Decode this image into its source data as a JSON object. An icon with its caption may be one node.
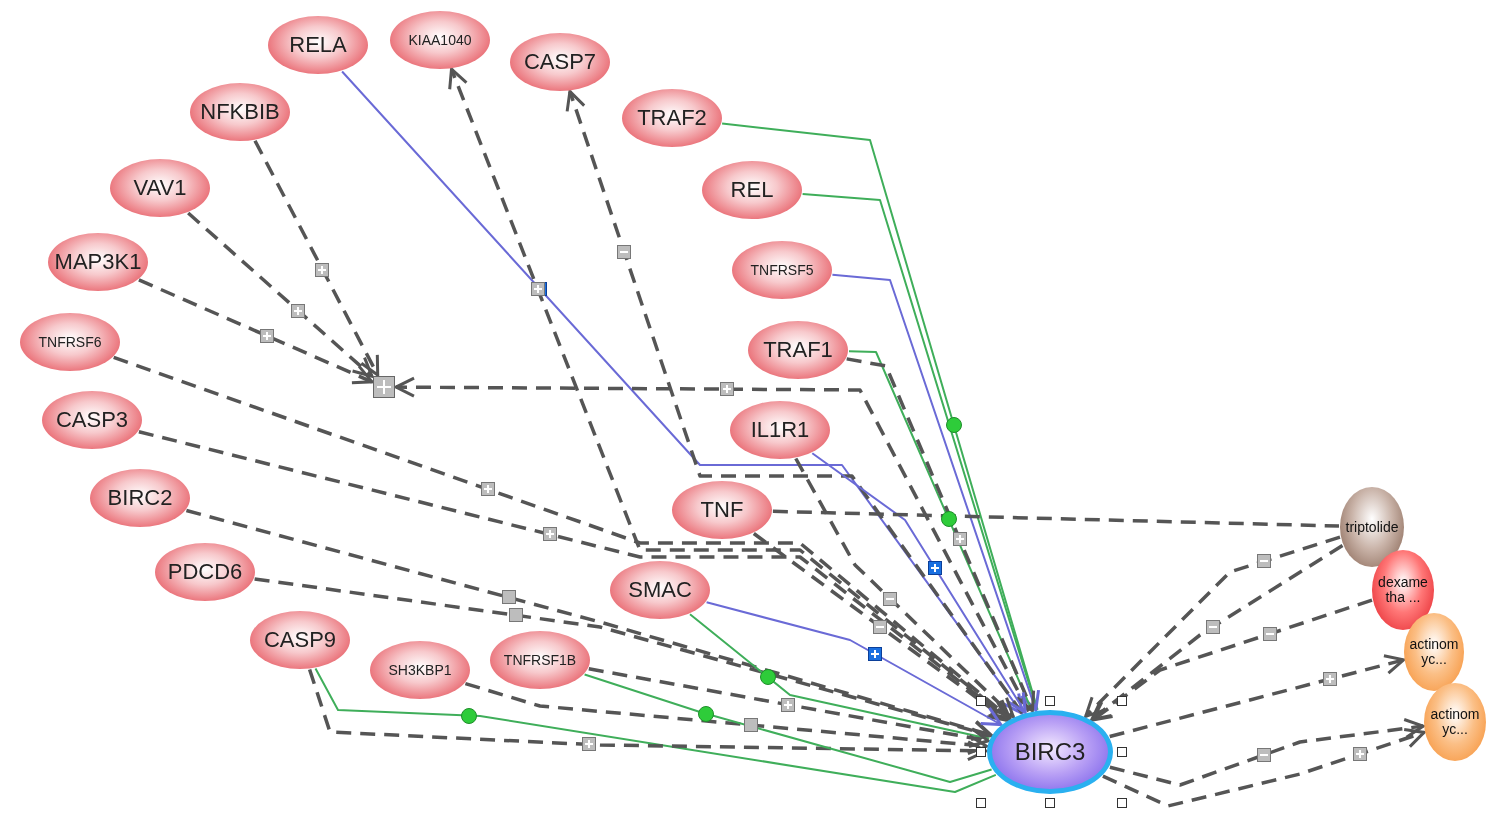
{
  "diagram": {
    "nodes": [
      {
        "text": [
          "RELA"
        ]
      },
      {
        "text": [
          "KIAA1040"
        ]
      },
      {
        "text": [
          "CASP7"
        ]
      },
      {
        "text": [
          "TRAF2"
        ]
      },
      {
        "text": [
          "NFKBIB"
        ]
      },
      {
        "text": [
          "VAV1"
        ]
      },
      {
        "text": [
          "REL"
        ]
      },
      {
        "text": [
          "MAP3K1"
        ]
      },
      {
        "text": [
          "TNFRSF5"
        ]
      },
      {
        "text": [
          "TNFRSF6"
        ]
      },
      {
        "text": [
          "TRAF1"
        ]
      },
      {
        "text": [
          "CASP3"
        ]
      },
      {
        "text": [
          "IL1R1"
        ]
      },
      {
        "text": [
          "BIRC2"
        ]
      },
      {
        "text": [
          "TNF"
        ]
      },
      {
        "text": [
          "PDCD6"
        ]
      },
      {
        "text": [
          "SMAC"
        ]
      },
      {
        "text": [
          "CASP9"
        ]
      },
      {
        "text": [
          "SH3KBP1"
        ]
      },
      {
        "text": [
          "TNFRSF1B"
        ]
      },
      {
        "text": [
          "BIRC3"
        ]
      },
      {
        "text": [
          "triptolide"
        ]
      },
      {
        "text": [
          "dexametha ..."
        ]
      },
      {
        "text": [
          "actinomyc..."
        ]
      },
      {
        "text": [
          "actinomyc..."
        ]
      },
      {
        "text": [],
        "shape": "box"
      }
    ],
    "edges": [
      {
        "from": 0,
        "to": 20,
        "arrow": "to",
        "color": "#6a6ad6"
      },
      {
        "from": 20,
        "to": 1,
        "arrow": "to",
        "style": "dashed"
      },
      {
        "from": 20,
        "to": 2,
        "arrow": "to",
        "style": "dashed"
      },
      {
        "from": 3,
        "to": 20,
        "arrow": "none",
        "color": "#3fae5a"
      },
      {
        "from": 6,
        "to": 20,
        "arrow": "none",
        "color": "#3fae5a"
      },
      {
        "from": 8,
        "to": 20,
        "arrow": "to",
        "color": "#6a6ad6"
      },
      {
        "from": 10,
        "to": 20,
        "arrow": "none",
        "color": "#3fae5a"
      },
      {
        "from": 10,
        "to": 20,
        "arrow": "to",
        "style": "dashed"
      },
      {
        "from": 4,
        "to": 25,
        "arrow": "to",
        "style": "dashed"
      },
      {
        "from": 5,
        "to": 25,
        "arrow": "to",
        "style": "dashed"
      },
      {
        "from": 7,
        "to": 25,
        "arrow": "to",
        "style": "dashed"
      },
      {
        "from": 20,
        "to": 25,
        "arrow": "to",
        "style": "dashed"
      },
      {
        "from": 9,
        "to": 20,
        "arrow": "to",
        "style": "dashed"
      },
      {
        "from": 11,
        "to": 20,
        "arrow": "to",
        "style": "dashed"
      },
      {
        "from": 13,
        "to": 20,
        "arrow": "to",
        "style": "dashed"
      },
      {
        "from": 15,
        "to": 20,
        "arrow": "to",
        "style": "dashed"
      },
      {
        "from": 12,
        "to": 20,
        "arrow": "to",
        "color": "#6a6ad6"
      },
      {
        "from": 12,
        "to": 20,
        "arrow": "to",
        "style": "dashed"
      },
      {
        "from": 14,
        "to": 20,
        "arrow": "to",
        "style": "dashed"
      },
      {
        "from": 16,
        "to": 20,
        "arrow": "to",
        "color": "#6a6ad6"
      },
      {
        "from": 16,
        "to": 20,
        "arrow": "none",
        "color": "#3fae5a"
      },
      {
        "from": 17,
        "to": 20,
        "arrow": "none",
        "color": "#3fae5a"
      },
      {
        "from": 17,
        "to": 20,
        "arrow": "to",
        "style": "dashed"
      },
      {
        "from": 18,
        "to": 20,
        "arrow": "to",
        "style": "dashed"
      },
      {
        "from": 19,
        "to": 20,
        "arrow": "none",
        "color": "#3fae5a"
      },
      {
        "from": 19,
        "to": 20,
        "arrow": "to",
        "style": "dashed"
      },
      {
        "from": 14,
        "to": 21,
        "arrow": "none",
        "style": "dashed"
      },
      {
        "from": 21,
        "to": 20,
        "arrow": "to",
        "style": "dashed"
      },
      {
        "from": 21,
        "to": 20,
        "arrow": "to",
        "style": "dashed"
      },
      {
        "from": 22,
        "to": 20,
        "arrow": "to",
        "style": "dashed"
      },
      {
        "from": 20,
        "to": 23,
        "arrow": "to",
        "style": "dashed"
      },
      {
        "from": 20,
        "to": 24,
        "arrow": "to",
        "style": "dashed"
      },
      {
        "from": 20,
        "to": 24,
        "arrow": "to",
        "style": "dashed"
      }
    ]
  }
}
